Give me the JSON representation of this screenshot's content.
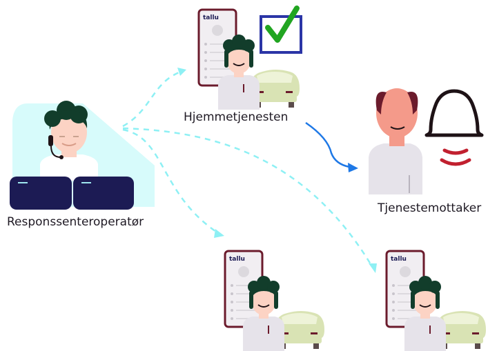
{
  "labels": {
    "operator": "Responssenteroperatør",
    "home_service": "Hjemmetjenesten",
    "service_recipient": "Tjenestemottaker"
  },
  "phone_brand": "tallu",
  "colors": {
    "hair": "#123d2b",
    "skin": "#fcd3c4",
    "skin_bald": "#f49a8a",
    "shirt": "#e6e3ea",
    "phone_frame": "#6b1b2c",
    "car": "#d9e3b4",
    "arrow_dashed": "#8ef0f4",
    "arrow_solid": "#1e78e6",
    "keyboard": "#1c1b54",
    "checkbox": "#2b35a6",
    "check": "#21a521",
    "bell": "#1e1216",
    "alarm": "#c1202f",
    "console_glow": "#d7fbfb"
  },
  "icons": [
    "headset-icon",
    "checkbox-checked-icon",
    "bell-alarm-icon",
    "car-icon",
    "phone-icon"
  ]
}
